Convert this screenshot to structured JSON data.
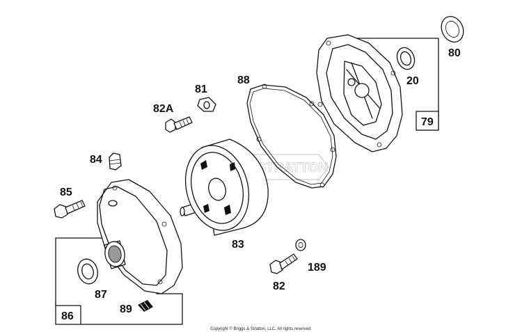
{
  "labels": {
    "p79": "79",
    "p80": "80",
    "p20": "20",
    "p88": "88",
    "p81": "81",
    "p82a": "82A",
    "p84": "84",
    "p85": "85",
    "p83": "83",
    "p82": "82",
    "p189": "189",
    "p87": "87",
    "p89": "89",
    "p86": "86"
  },
  "watermark": "BRIGGS&STRATTON",
  "copyright": "Copyright © Briggs & Stratton, LLC. All rights reserved."
}
